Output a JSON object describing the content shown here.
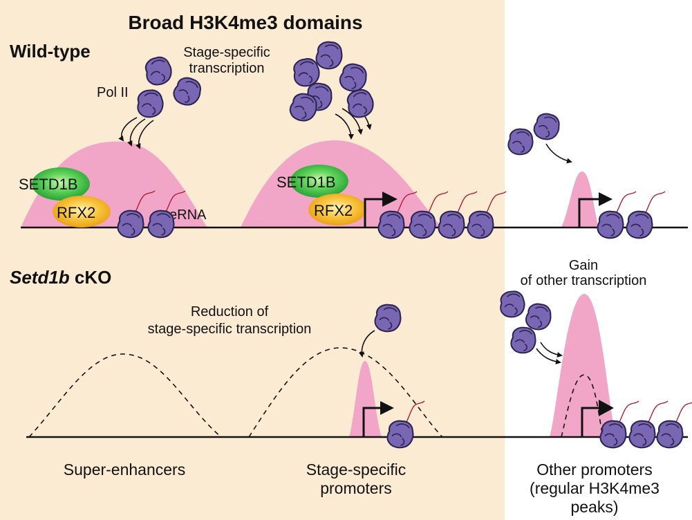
{
  "title": "Broad H3K4me3 domains",
  "panels": {
    "wild_type": {
      "label": "Wild-type"
    },
    "ko": {
      "label_italic": "Setd1b",
      "label_rest": " cKO"
    }
  },
  "labels": {
    "pol_ii": "Pol II",
    "stage_specific_transcription": [
      "Stage-specific",
      "transcription"
    ],
    "erna": "eRNA",
    "gain_other": [
      "Gain",
      "of",
      "other transcription"
    ],
    "reduction": [
      "Reduction of",
      "stage-specific transcription"
    ]
  },
  "proteins": {
    "setd1b": "SETD1B",
    "rfx2": "RFX2"
  },
  "regions": {
    "super_enhancers": "Super-enhancers",
    "stage_promoters": [
      "Stage-specific",
      "promoters"
    ],
    "other_promoters": [
      "Other promoters",
      "(regular H3K4me3",
      "peaks)"
    ]
  },
  "colors": {
    "highlight_bg": "#fcebd3",
    "h3k4me3_peak": "#f2a6c7",
    "pol_ii": "#7a67b4",
    "setd1b": "#3cc43c",
    "rfx2": "#f5b31e",
    "rna": "#b0102a"
  }
}
